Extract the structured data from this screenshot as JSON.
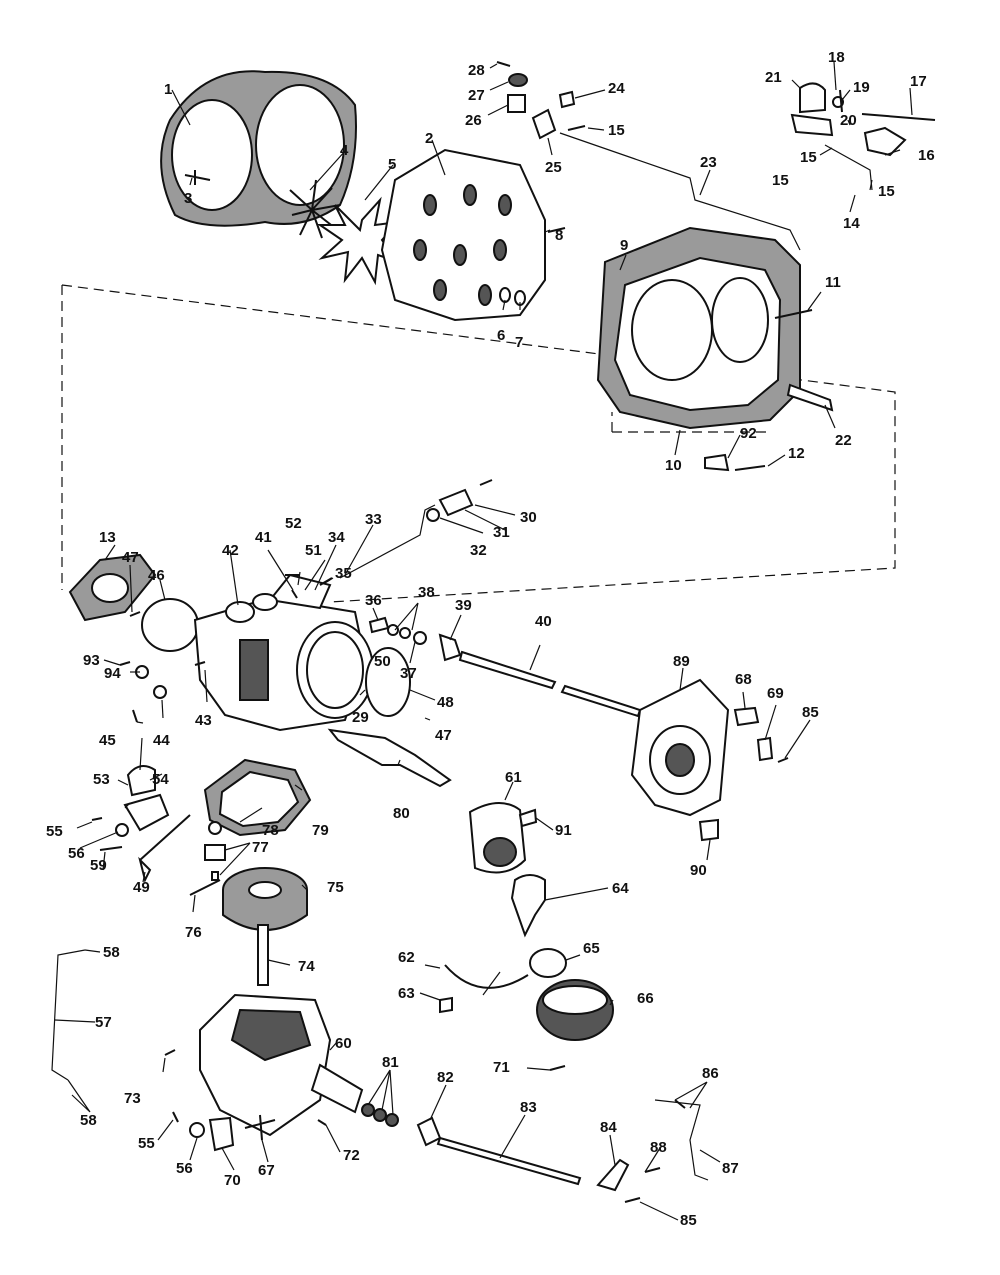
{
  "diagram": {
    "part_numbers": [
      "1",
      "2",
      "3",
      "4",
      "5",
      "6",
      "7",
      "8",
      "9",
      "10",
      "11",
      "12",
      "13",
      "14",
      "15",
      "16",
      "17",
      "18",
      "19",
      "20",
      "21",
      "22",
      "23",
      "24",
      "25",
      "26",
      "27",
      "28",
      "29",
      "30",
      "31",
      "32",
      "33",
      "34",
      "35",
      "36",
      "37",
      "38",
      "39",
      "40",
      "41",
      "42",
      "43",
      "44",
      "45",
      "46",
      "47",
      "48",
      "49",
      "50",
      "51",
      "52",
      "53",
      "54",
      "55",
      "56",
      "57",
      "58",
      "59",
      "60",
      "61",
      "62",
      "63",
      "64",
      "65",
      "66",
      "67",
      "68",
      "69",
      "70",
      "71",
      "72",
      "73",
      "74",
      "75",
      "76",
      "77",
      "78",
      "79",
      "80",
      "81",
      "82",
      "83",
      "84",
      "85",
      "86",
      "87",
      "88",
      "89",
      "90",
      "91",
      "92",
      "93",
      "94"
    ],
    "colors": {
      "ink": "#111111",
      "paper": "#ffffff",
      "shade": "#9a9a9a"
    }
  }
}
